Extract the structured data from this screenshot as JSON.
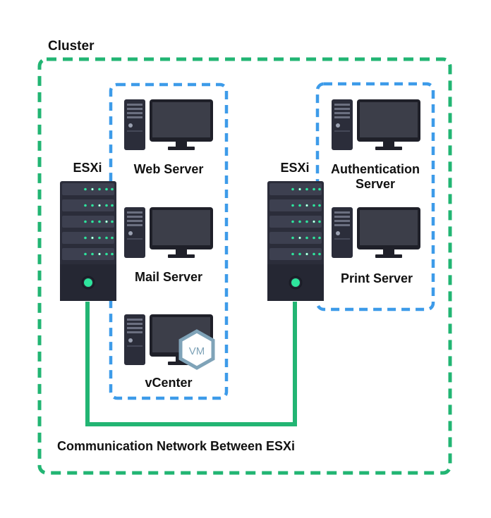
{
  "diagram": {
    "cluster_label": "Cluster",
    "network_label": "Communication Network Between ESXi",
    "hosts": [
      {
        "label": "ESXi"
      },
      {
        "label": "ESXi"
      }
    ],
    "vm_groups": [
      {
        "vms": [
          {
            "label_lines": [
              "Web Server"
            ]
          },
          {
            "label_lines": [
              "Mail Server"
            ]
          },
          {
            "label_lines": [
              "vCenter"
            ],
            "badge": "VM"
          }
        ]
      },
      {
        "vms": [
          {
            "label_lines": [
              "Authentication",
              "Server"
            ]
          },
          {
            "label_lines": [
              "Print Server"
            ]
          }
        ]
      }
    ]
  },
  "colors": {
    "cluster_border": "#22b573",
    "group_border": "#3d9be9",
    "network_line": "#22b573",
    "server_body": "#2b2d3a",
    "led_green": "#2ee59d",
    "vm_badge": "#7fa3b8"
  },
  "icons": {
    "host": "rack-server-icon",
    "vm": "desktop-computer-icon",
    "badge": "vm-hexagon-icon"
  }
}
